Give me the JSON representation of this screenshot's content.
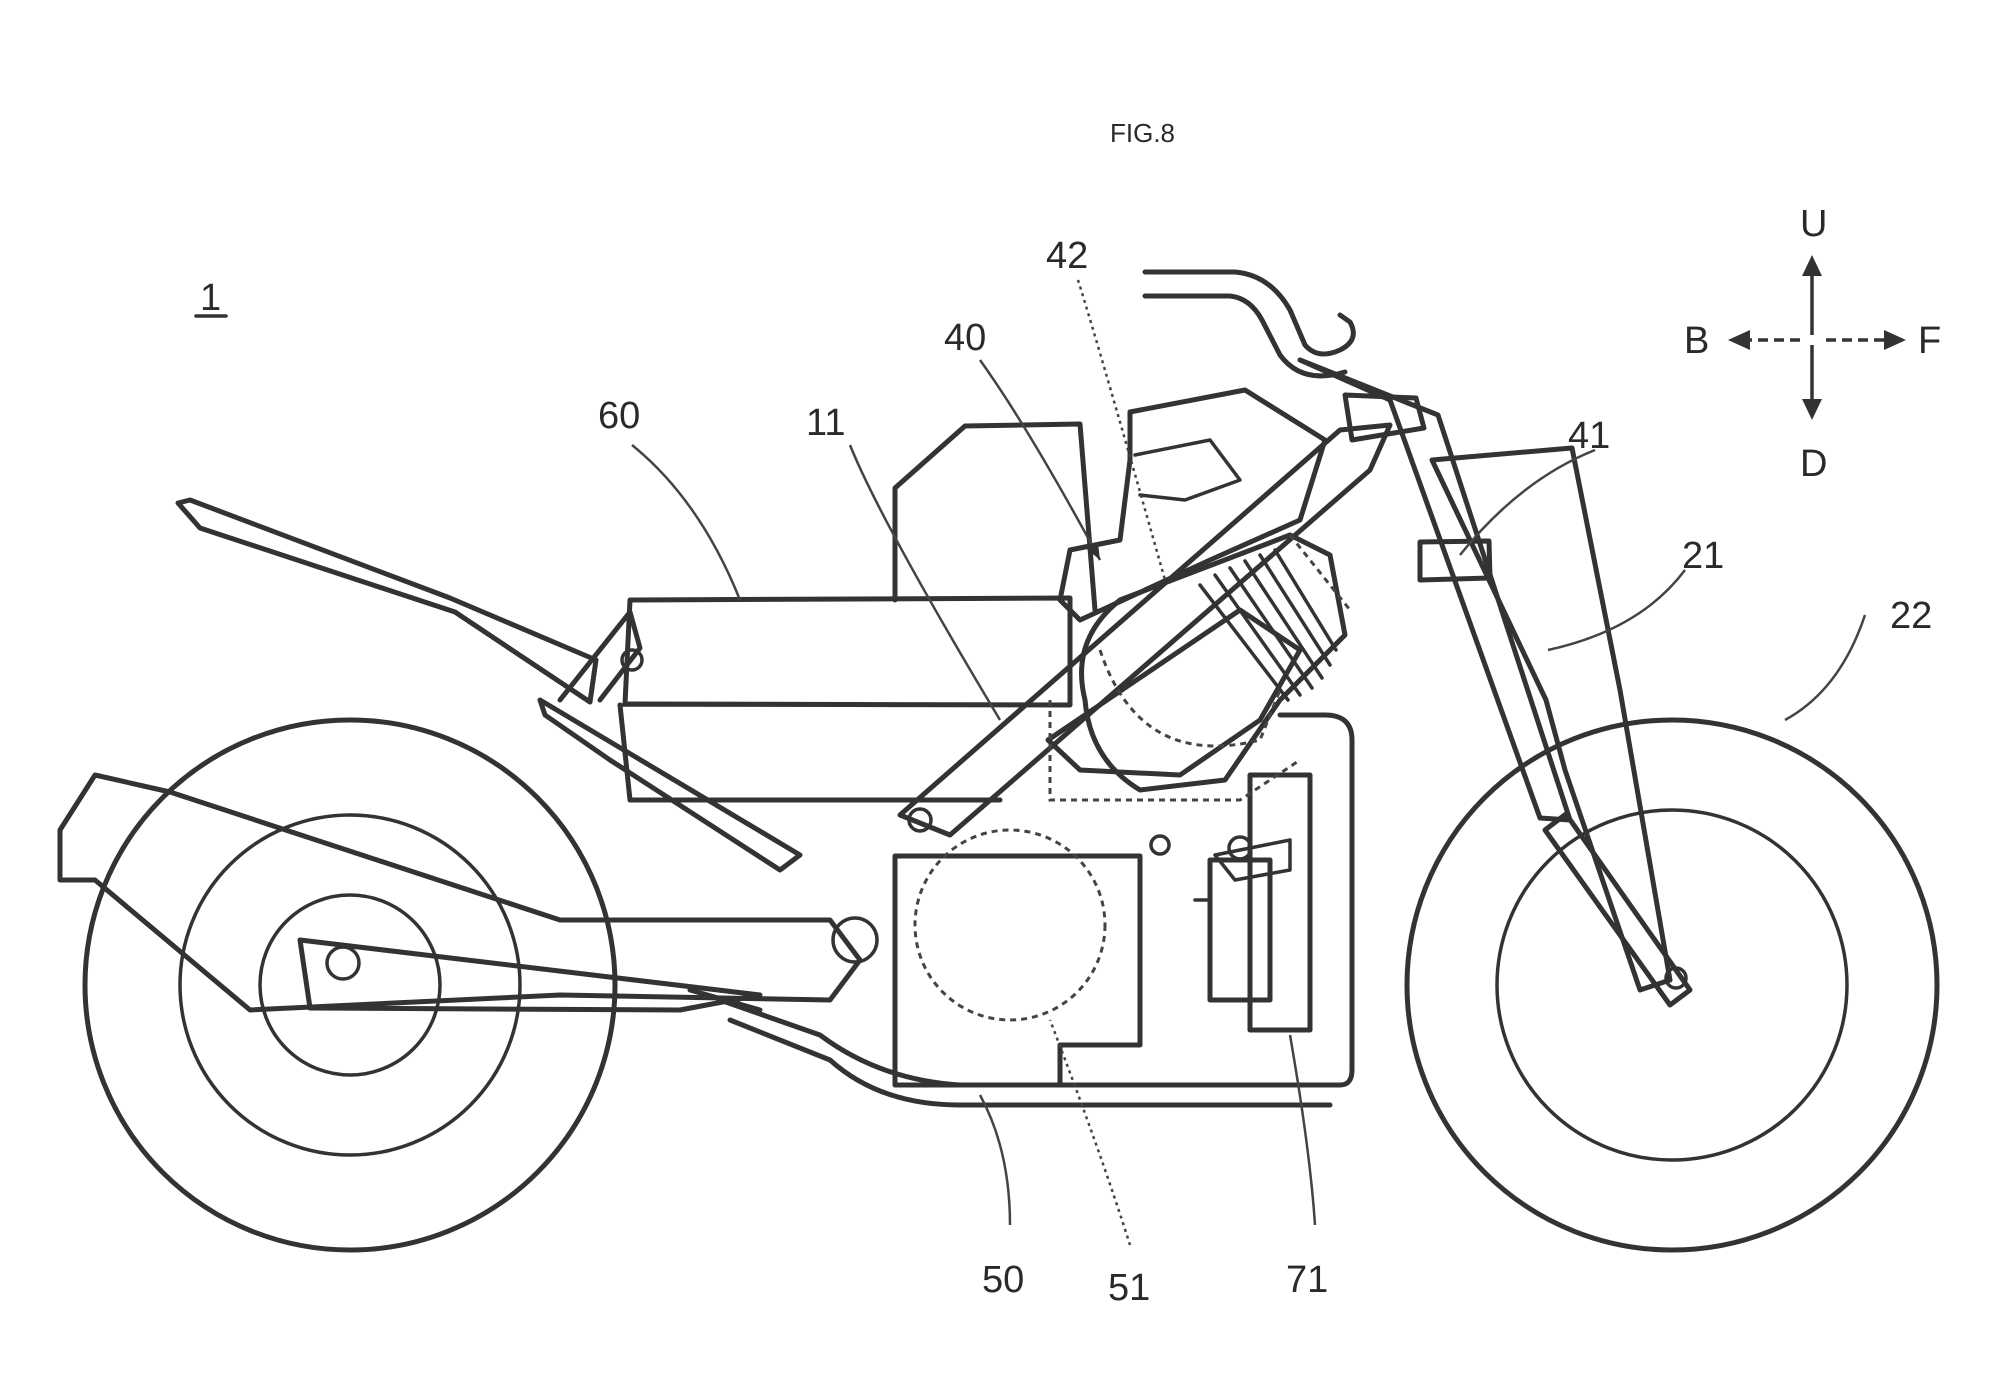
{
  "figure": {
    "title": "FIG.8",
    "ref_vehicle": "1"
  },
  "labels": {
    "l60": "60",
    "l11": "11",
    "l40": "40",
    "l42": "42",
    "l41": "41",
    "l21": "21",
    "l22": "22",
    "l50": "50",
    "l51": "51",
    "l71": "71"
  },
  "compass": {
    "up": "U",
    "down": "D",
    "back": "B",
    "front": "F"
  },
  "colors": {
    "line": "#333333",
    "background": "#ffffff"
  }
}
